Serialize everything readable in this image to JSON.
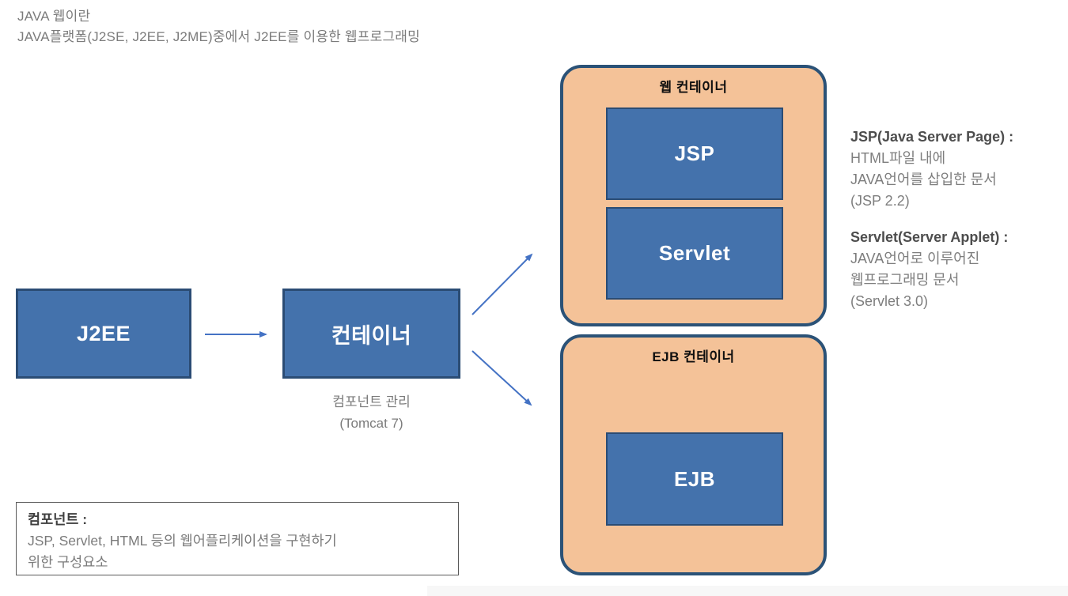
{
  "header": {
    "line1": "JAVA 웹이란",
    "line2": "JAVA플랫폼(J2SE, J2EE, J2ME)중에서 J2EE를 이용한 웹프로그래밍"
  },
  "flow": {
    "j2ee_label": "J2EE",
    "container_label": "컨테이너",
    "caption_line1": "컴포넌트 관리",
    "caption_line2": "(Tomcat 7)"
  },
  "web_container": {
    "title": "웹 컨테이너",
    "jsp_label": "JSP",
    "servlet_label": "Servlet"
  },
  "ejb_container": {
    "title": "EJB 컨테이너",
    "ejb_label": "EJB"
  },
  "annotations": {
    "jsp_note": {
      "title": "JSP(Java Server Page) :",
      "lines": [
        "HTML파일 내에",
        "JAVA언어를 삽입한 문서",
        "(JSP 2.2)"
      ]
    },
    "servlet_note": {
      "title": "Servlet(Server Applet) :",
      "lines": [
        "JAVA언어로 이루어진",
        "웹프로그래밍 문서",
        "(Servlet 3.0)"
      ]
    }
  },
  "component_note": {
    "title": "컴포넌트 :",
    "lines": [
      "JSP, Servlet, HTML 등의 웹어플리케이션을 구현하기",
      "위한 구성요소"
    ]
  },
  "colors": {
    "node_fill": "#4472AC",
    "node_border": "#2B4C74",
    "container_fill": "#F4C298",
    "container_border": "#2B5277",
    "arrow": "#4472C4",
    "gray_text": "#7B7B7B",
    "dark_text": "#4D4D4D",
    "title_text": "#0F0F0F"
  }
}
